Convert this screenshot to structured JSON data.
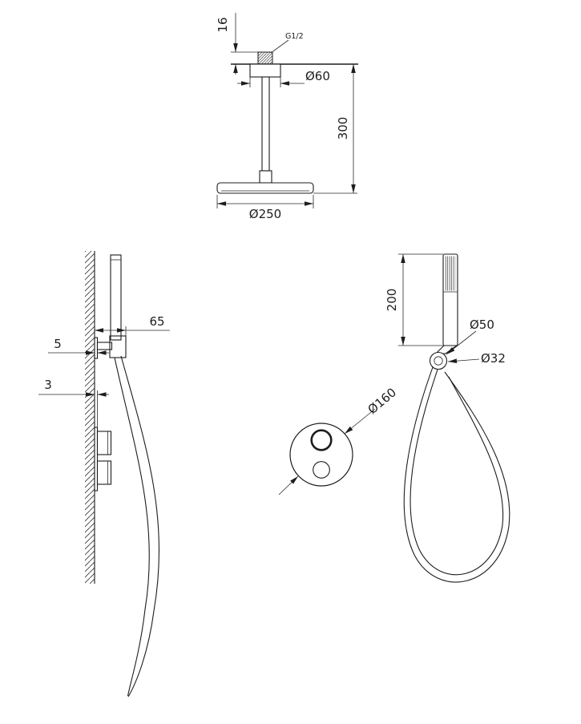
{
  "page": {
    "background_color": "#ffffff",
    "line_color": "#1d1d1d"
  },
  "ceiling_view": {
    "dims": {
      "ceiling_offset": "16",
      "thread": "G1/2",
      "flange_dia": "Ø60",
      "drop": "300",
      "head_dia": "Ø250"
    }
  },
  "side_view": {
    "dims": {
      "reach": "65",
      "holder_plate": "5",
      "valve_plate": "3"
    }
  },
  "front_view": {
    "dims": {
      "handshower_len": "200",
      "holder_dia": "Ø50",
      "conn_dia": "Ø32",
      "mixer_dia": "Ø160"
    }
  }
}
